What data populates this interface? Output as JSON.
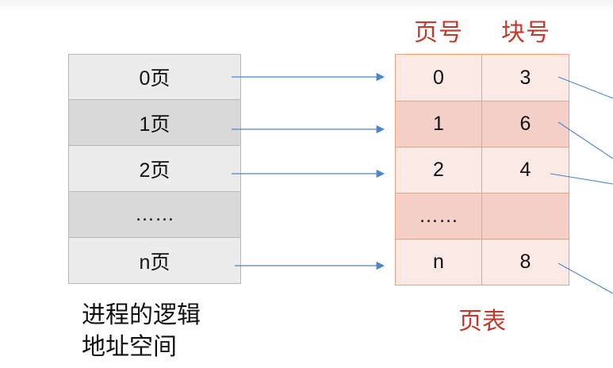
{
  "logical_space": {
    "rows": [
      "0页",
      "1页",
      "2页",
      "……",
      "n页"
    ],
    "caption_line1": "进程的逻辑",
    "caption_line2": "地址空间"
  },
  "page_table": {
    "header_page": "页号",
    "header_block": "块号",
    "rows": [
      {
        "page": "0",
        "block": "3"
      },
      {
        "page": "1",
        "block": "6"
      },
      {
        "page": "2",
        "block": "4"
      },
      {
        "page": "……",
        "block": ""
      },
      {
        "page": "n",
        "block": "8"
      }
    ],
    "caption": "页表"
  },
  "colors": {
    "arrow": "#4a86c8",
    "header_text": "#c0392b",
    "table_border": "#e6a37c"
  }
}
